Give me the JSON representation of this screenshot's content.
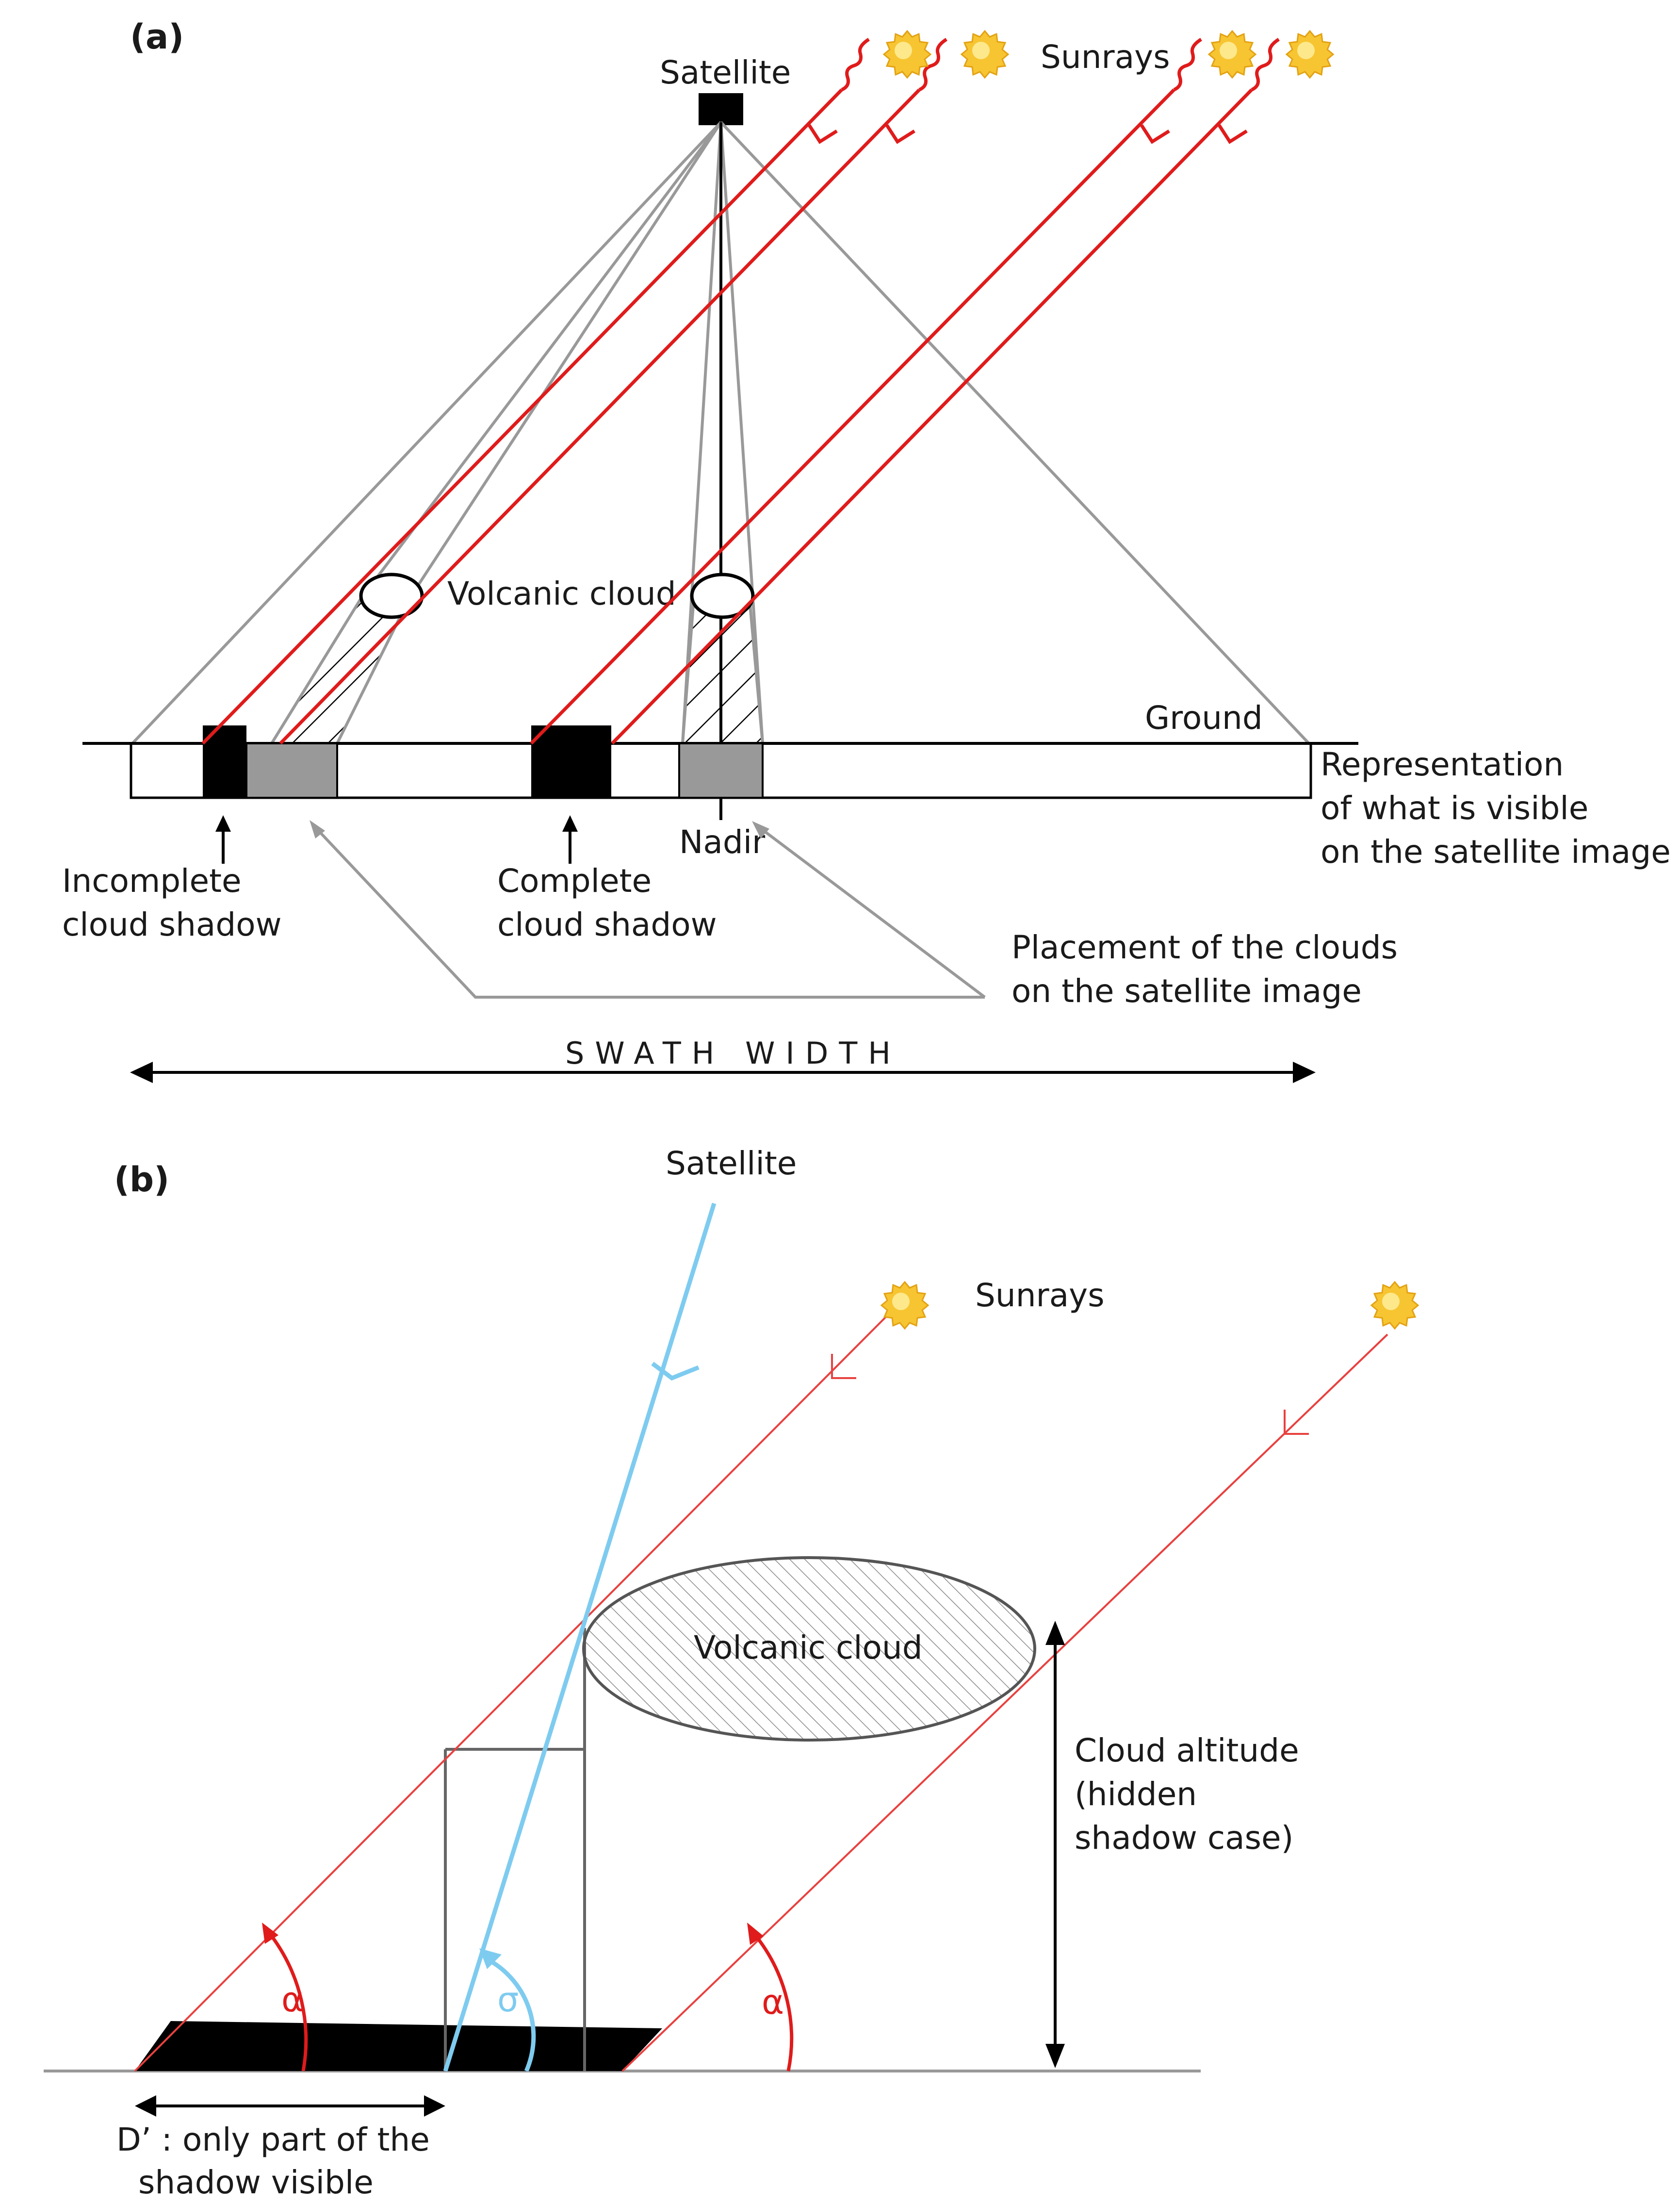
{
  "panel_a": {
    "label": "(a)",
    "satellite": "Satellite",
    "sunrays": "Sunrays",
    "volcanic_cloud": "Volcanic cloud",
    "ground": "Ground",
    "representation": [
      "Representation",
      "of what is visible",
      "on the satellite image"
    ],
    "nadir": "Nadir",
    "incomplete_shadow": [
      "Incomplete",
      "cloud shadow"
    ],
    "complete_shadow": [
      "Complete",
      "cloud shadow"
    ],
    "placement": [
      "Placement of the clouds",
      "on the satellite image"
    ],
    "swath_width": "SWATH WIDTH"
  },
  "panel_b": {
    "label": "(b)",
    "satellite": "Satellite",
    "sunrays": "Sunrays",
    "volcanic_cloud": "Volcanic cloud",
    "cloud_altitude": [
      "Cloud altitude",
      "(hidden",
      "shadow case)"
    ],
    "alpha": "α",
    "sigma": "σ",
    "d_prime": [
      "D’ : only part of the",
      "shadow visible"
    ]
  },
  "colors": {
    "sunray": "#e01b1b",
    "satellite_view": "#7ecbf0",
    "projection": "#999999",
    "shadow": "#000000",
    "cloud_image": "#999999"
  },
  "icons": [
    "sun-icon",
    "satellite-icon",
    "arrow-icon"
  ]
}
